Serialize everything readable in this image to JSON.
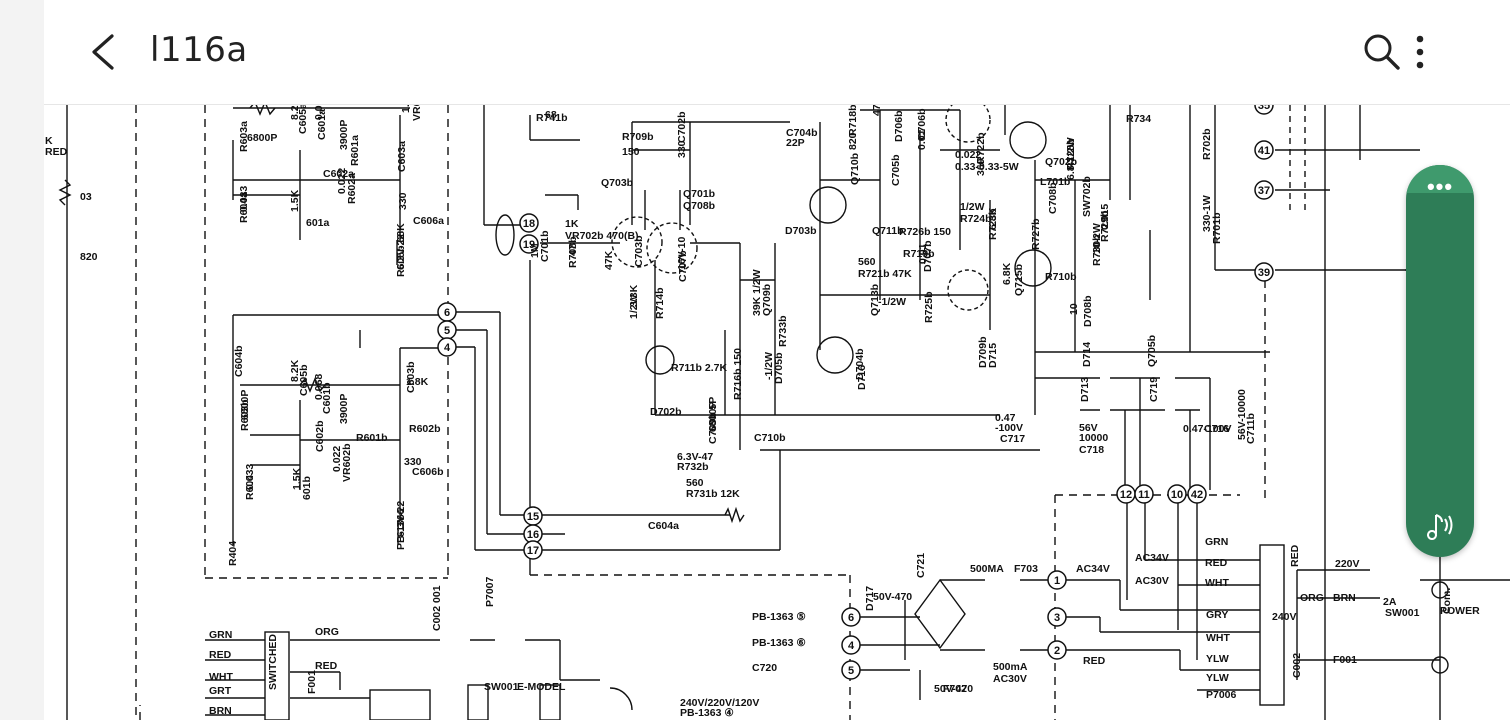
{
  "header": {
    "title": "l116a",
    "back_icon": "chevron-left-icon",
    "search_icon": "search-icon",
    "more_icon": "more-vert-icon"
  },
  "floating_panel": {
    "dots_icon": "more-horiz-icon",
    "tts_icon": "music-note-waves-icon",
    "color": "#2e7d57"
  },
  "schematic": {
    "labels": [
      "R741b",
      "68",
      "R707b",
      "C704b",
      "22P",
      "47-1/2W",
      "R734",
      "R709b",
      "150",
      "C702b",
      "330",
      "R718b",
      "820",
      "D706b",
      "C706b",
      "0.01",
      "R722b",
      "360",
      "R728b",
      "6.8-1/2W",
      "Q702b",
      "Q703b",
      "Q701b",
      "Q708b",
      "D703b",
      "Q710b",
      "C705b",
      "0.022",
      "0.33-0.33-5W",
      "L701b",
      "SW702b",
      "R702b",
      "1K",
      "VR702b 470(B)",
      "Q711b",
      "R726b 150",
      "1/2W",
      "R724b",
      "6.8K",
      "R723b",
      "R727b",
      "C708b",
      "0.015",
      "R729b",
      "10-2W",
      "R730b",
      "330-1W",
      "R701b",
      "1M",
      "C701b",
      "47",
      "R708b",
      "47K",
      "C703b",
      "16V-10",
      "C707b",
      "0.01",
      "D707b",
      "R719b",
      "560",
      "R721b 47K",
      "-1/2W",
      "Q713b",
      "R725b",
      "6.8K",
      "Q715b",
      "R710b",
      "3.3K",
      "1/2W",
      "R714b",
      "39K 1/2W",
      "Q709b",
      "R733b",
      "10",
      "D708b",
      "D709b",
      "D715",
      "D714",
      "Q705b",
      "R711b 2.7K",
      "D702b",
      "R716b 150",
      "-1/2W",
      "D705b",
      "D704b",
      "D716",
      "D713",
      "C719",
      "0.47",
      "-100V",
      "C717",
      "56V",
      "10000",
      "C718",
      "0.47-100V",
      "C716",
      "56V-10000",
      "C711b",
      "6800P",
      "C709b 5P",
      "C710b",
      "6.3V-47",
      "R732b",
      "560",
      "R731b 12K",
      "C604a",
      "6800P",
      "R603a",
      "8.2K",
      "C605a",
      "0.068",
      "C601a",
      "3900P",
      "R601a",
      "1.8K",
      "VR602a",
      "C603a",
      "0.033",
      "R604a",
      "1.5K",
      "601a",
      "C602a",
      "0.022",
      "R602a",
      "330",
      "C606a",
      "6.3V-22",
      "R605b 68K",
      "C604b",
      "6800P",
      "R603b",
      "8.2K",
      "C605b",
      "0.068",
      "C601b",
      "3900P",
      "R601b",
      "1.8K",
      "C603b",
      "0.033",
      "R604",
      "1.5K",
      "601b",
      "C602b",
      "0.022",
      "VR602b",
      "R602b",
      "330",
      "C606b",
      "6.3V-22",
      "PB-1366",
      "R404",
      "820",
      "03",
      "K",
      "RED",
      "GRN",
      "RED",
      "WHT",
      "GRT",
      "BRN",
      "ORG",
      "RED",
      "F001",
      "C002 001",
      "P7007",
      "SWITCHED",
      "SW001",
      "E-MODEL",
      "240V/220V/120V",
      "PB-1363 ④",
      "PB-1363 ⑤",
      "PB-1363 ⑥",
      "C720",
      "50V-470",
      "D717",
      "C721",
      "50V-470",
      "F702",
      "500MA",
      "F703",
      "500mA",
      "AC30V",
      "AC34V",
      "AC34V",
      "AC30V",
      "RED",
      "GRN",
      "RED",
      "WHT",
      "GRY",
      "WHT",
      "YLW",
      "YLW",
      "P7006",
      "240V",
      "RED",
      "220V",
      "ORG",
      "BRN",
      "F001",
      "2A",
      "SW001",
      "POWER",
      "Com.",
      "C002"
    ],
    "node_numbers": [
      "18",
      "19",
      "6",
      "5",
      "4",
      "15",
      "16",
      "17",
      "12",
      "11",
      "10",
      "42",
      "41",
      "37",
      "39",
      "35",
      "1",
      "2",
      "3",
      "4",
      "5",
      "6"
    ]
  }
}
